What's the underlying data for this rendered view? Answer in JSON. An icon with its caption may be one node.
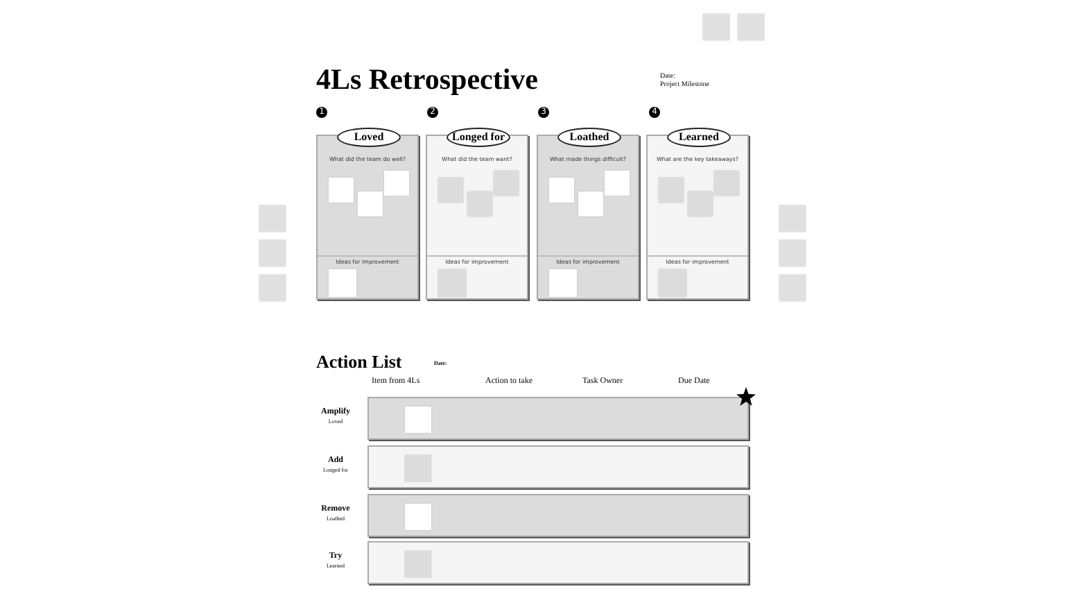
{
  "diagram": {
    "title": "4Ls Retrospective",
    "nodes": [
      {
        "text": [],
        "shape": "box"
      },
      {
        "text": [],
        "shape": "box"
      },
      {
        "text": [
          "1"
        ]
      },
      {
        "text": [
          "2"
        ]
      },
      {
        "text": [
          "3"
        ]
      },
      {
        "text": [
          "4"
        ]
      },
      {
        "text": [],
        "shape": "box"
      },
      {
        "text": [],
        "shape": "box"
      },
      {
        "text": [],
        "shape": "box"
      },
      {
        "text": [
          "What did the team do well?",
          "Ideas for improvement"
        ]
      },
      {
        "text": [
          "Loved"
        ],
        "in": 9
      },
      {
        "text": [],
        "shape": "box",
        "in": 9
      },
      {
        "text": [],
        "shape": "box",
        "in": 9
      },
      {
        "text": [],
        "shape": "box",
        "in": 9
      },
      {
        "text": [],
        "shape": "box",
        "in": 9
      },
      {
        "text": [
          "What did the team want?",
          "Ideas for improvement"
        ]
      },
      {
        "text": [
          "Longed for"
        ],
        "in": 15
      },
      {
        "text": [],
        "shape": "box",
        "in": 15
      },
      {
        "text": [],
        "shape": "box",
        "in": 15
      },
      {
        "text": [],
        "shape": "box",
        "in": 15
      },
      {
        "text": [],
        "shape": "box",
        "in": 15
      },
      {
        "text": [
          "What made things difficult?",
          "Ideas for improvement"
        ]
      },
      {
        "text": [
          "Loathed"
        ],
        "in": 21
      },
      {
        "text": [],
        "shape": "box",
        "in": 21
      },
      {
        "text": [],
        "shape": "box",
        "in": 21
      },
      {
        "text": [],
        "shape": "box",
        "in": 21
      },
      {
        "text": [],
        "shape": "box",
        "in": 21
      },
      {
        "text": [
          "What are the key takeaways?",
          "Ideas for improvement"
        ]
      },
      {
        "text": [
          "Learned"
        ],
        "in": 27
      },
      {
        "text": [],
        "shape": "box",
        "in": 27
      },
      {
        "text": [],
        "shape": "box",
        "in": 27
      },
      {
        "text": [],
        "shape": "box",
        "in": 27
      },
      {
        "text": [],
        "shape": "box",
        "in": 27
      },
      {
        "text": [],
        "shape": "box"
      },
      {
        "text": [],
        "shape": "box"
      },
      {
        "text": [],
        "shape": "box"
      },
      {
        "text": [],
        "shape": "bar",
        "beside": [
          "Amplify",
          "Loved"
        ]
      },
      {
        "text": [],
        "shape": "box",
        "in": 36
      },
      {
        "text": [],
        "shape": "bar",
        "beside": [
          "Add",
          "Longed for"
        ]
      },
      {
        "text": [],
        "shape": "box",
        "in": 38
      },
      {
        "text": [],
        "shape": "bar",
        "beside": [
          "Remove",
          "Loathed"
        ]
      },
      {
        "text": [],
        "shape": "box",
        "in": 40
      },
      {
        "text": [],
        "shape": "bar",
        "beside": [
          "Try",
          "Learned"
        ]
      },
      {
        "text": [],
        "shape": "box",
        "in": 42
      }
    ],
    "labels": [
      "Date:",
      "Project Milestone",
      "Action List",
      "Date:",
      "Item from 4Ls",
      "Action to take",
      "Task Owner",
      "Due Date"
    ]
  }
}
